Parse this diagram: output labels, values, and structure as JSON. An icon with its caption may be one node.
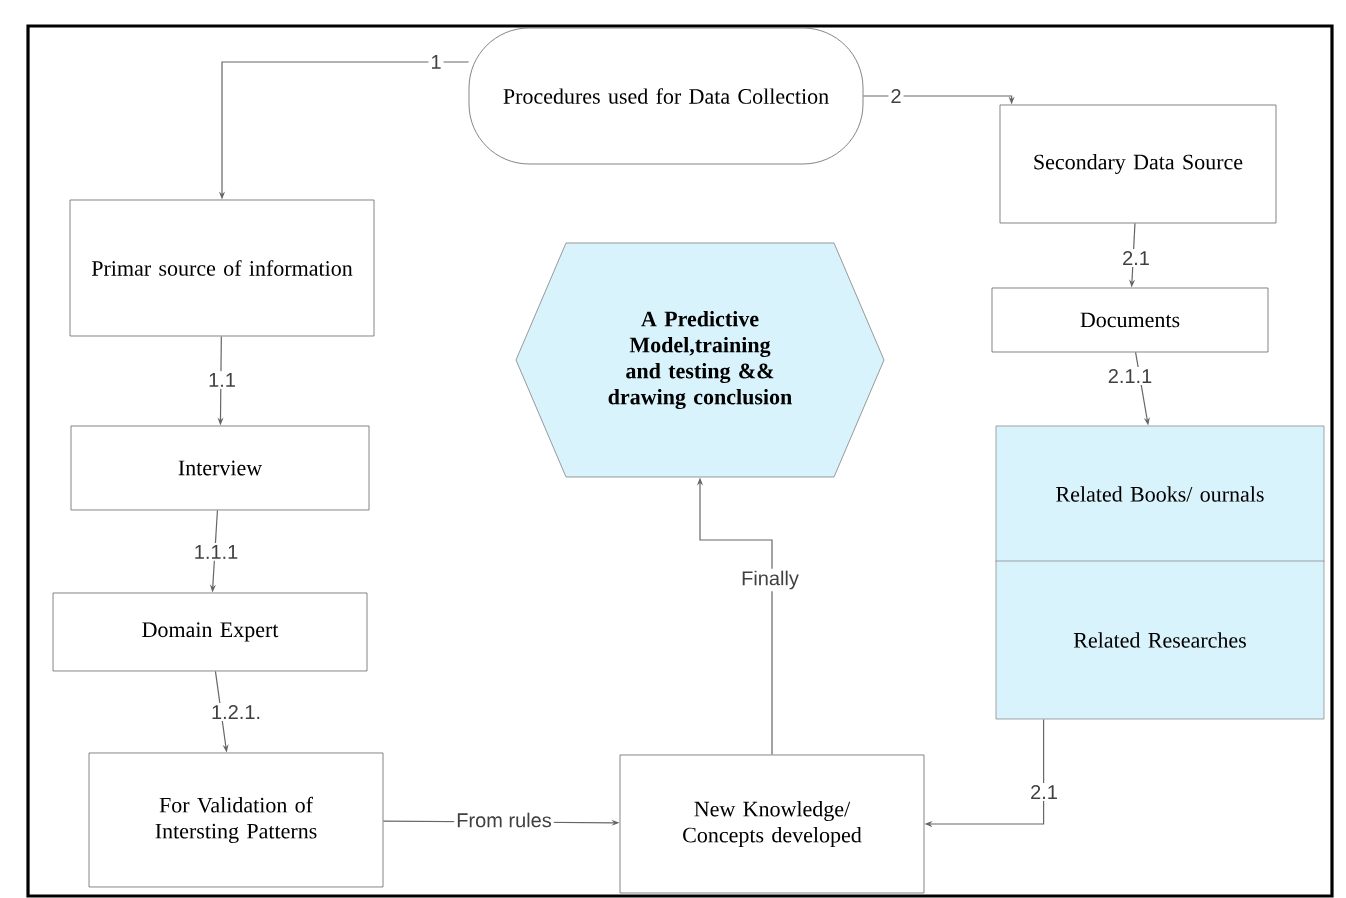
{
  "diagram": {
    "nodes": [
      {
        "text": [
          "Procedures used for Data Collection"
        ]
      },
      {
        "text": [
          "Primar source of information"
        ]
      },
      {
        "text": [
          "Secondary Data Source"
        ]
      },
      {
        "text": [
          "A Predictive Model,training and testing && drawing conclusion"
        ]
      },
      {
        "text": [
          "Documents"
        ]
      },
      {
        "text": [
          "Interview"
        ]
      },
      {
        "text": [
          "Related Books/ ournals"
        ]
      },
      {
        "text": [
          "Related Researches"
        ]
      },
      {
        "text": [
          "Domain Expert"
        ]
      },
      {
        "text": [
          "For Validation of Intersting Patterns"
        ]
      },
      {
        "text": [
          "New Knowledge/ Concepts developed"
        ]
      }
    ],
    "edges": [
      {
        "from": 0,
        "to": 1,
        "arrow": "to",
        "label": "1"
      },
      {
        "from": 0,
        "to": 2,
        "arrow": "to",
        "label": "2"
      },
      {
        "from": 2,
        "to": 4,
        "arrow": "to",
        "label": "2.1"
      },
      {
        "from": 4,
        "to": 6,
        "arrow": "to",
        "label": "2.1.1"
      },
      {
        "from": 1,
        "to": 5,
        "arrow": "to",
        "label": "1.1"
      },
      {
        "from": 5,
        "to": 8,
        "arrow": "to",
        "label": "1.1.1"
      },
      {
        "from": 8,
        "to": 9,
        "arrow": "to",
        "label": "1.2.1."
      },
      {
        "from": 9,
        "to": 10,
        "arrow": "to",
        "label": "From rules"
      },
      {
        "from": 10,
        "to": 3,
        "arrow": "to",
        "label": "Finally"
      },
      {
        "from": 7,
        "to": 10,
        "arrow": "to",
        "label": "2.1"
      }
    ]
  }
}
